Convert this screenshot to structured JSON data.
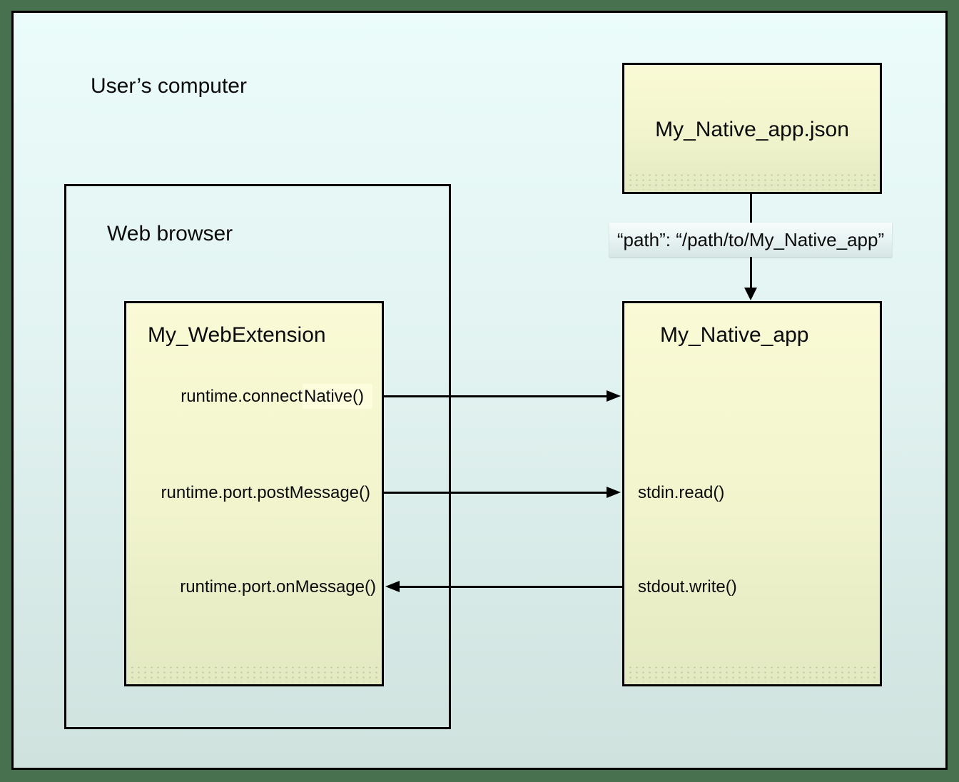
{
  "labels": {
    "users_computer": "User’s computer"
  },
  "nodes": {
    "native_app_json": {
      "title": "My_Native_app.json"
    },
    "web_browser": {
      "title": "Web browser"
    },
    "web_extension": {
      "title": "My_WebExtension",
      "connect_native": {
        "pre": "runtime.connect",
        "highlighted": "Native()"
      },
      "post_message": "runtime.port.postMessage()",
      "on_message": "runtime.port.onMessage()"
    },
    "native_app": {
      "title": "My_Native_app",
      "stdin_read": "stdin.read()",
      "stdout_write": "stdout.write()"
    }
  },
  "edges": {
    "path_label": "“path”: “/path/to/My_Native_app”"
  },
  "colors": {
    "frame_green": "#48724f",
    "canvas_top": "#ebfcfb",
    "canvas_bottom": "#cfe2de",
    "box_yellow_top": "#fafbd6",
    "box_yellow_bottom": "#e3e9c2",
    "connect_native_highlight": "#fdfcdd",
    "stroke": "#000000"
  }
}
